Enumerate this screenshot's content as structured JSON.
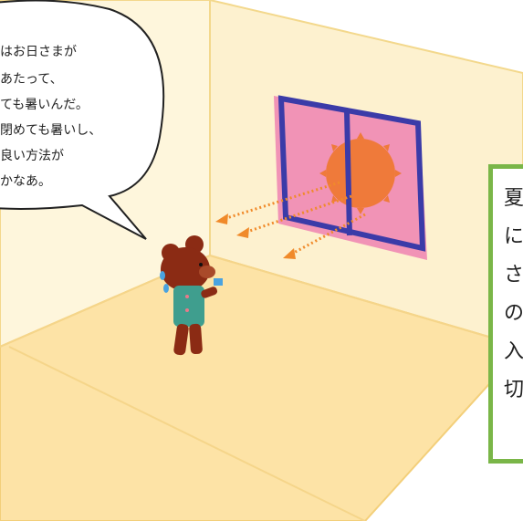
{
  "speech_bubble": {
    "lines": [
      "はお日さまが",
      "あたって、",
      "ても暑いんだ。",
      "閉めても暑いし、",
      "良い方法が",
      "かなあ。"
    ]
  },
  "note_box": {
    "lines": [
      "夏",
      "に",
      "さ",
      "の",
      "入",
      "切"
    ],
    "border_color": "#7ab648"
  },
  "colors": {
    "room_wall": "#fdf1cf",
    "room_floor": "#fde3a6",
    "window_frame": "#3b3ba8",
    "window_glass": "#ef88b3",
    "sun": "#ef7a3a",
    "sun_rays": "#f08a2a",
    "bear_body": "#8b2b14",
    "bear_shirt": "#3f9e8e"
  },
  "icons": {
    "sun": "sun-icon",
    "tears": "tears-icon"
  }
}
